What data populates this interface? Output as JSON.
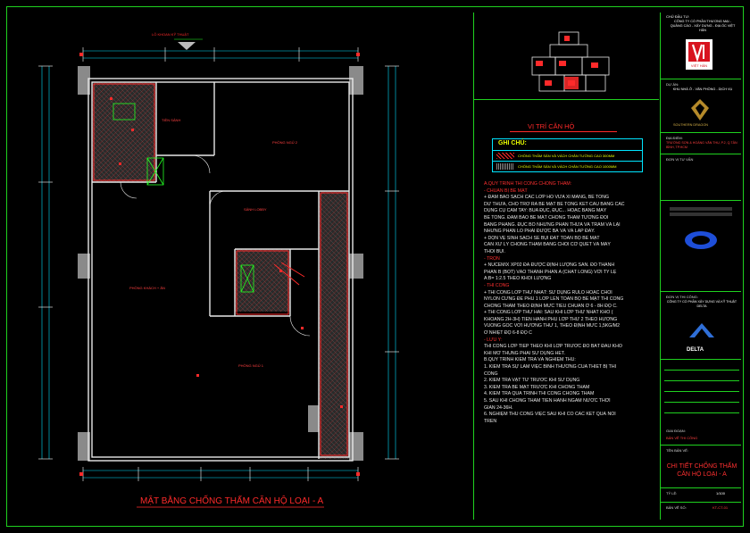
{
  "plan": {
    "title": "MẶT BẰNG CHỐNG THẤM CĂN HỘ LOẠI - A",
    "section_marker": "LỖ KHOAN KỸ THUẬT",
    "rooms": {
      "bath": "TIỀN SẢNH",
      "bedroom1": "PHÒNG NGỦ 2",
      "lobby": "SẢNH LOBBY",
      "living": "PHÒNG KHÁCH + ĂN",
      "bedroom2": "PHÒNG NGỦ 1"
    }
  },
  "keyplan": {
    "title": "VỊ TRÍ CĂN HỘ"
  },
  "legend": {
    "title": "GHI CHÚ:",
    "items": [
      "CHỐNG THẤM SÀN VÀ VÁCH CHÂN TƯỜNG CAO 300MM",
      "CHỐNG THẤM SÀN VÀ VÁCH CHÂN TƯỜNG CAO 1000MM"
    ]
  },
  "notes": [
    {
      "t": "A.QUY TRÌNH THI CÔNG CHỐNG THẤM:",
      "h": true
    },
    {
      "t": "- CHUẨN BỊ BỀ MẶT",
      "h": true
    },
    {
      "t": "+ ĐẢM BẢO SẠCH CÁC LỚP HỒ VỮA XI MĂNG, BÊ TÔNG",
      "h": false
    },
    {
      "t": "DƯ THỪA, CHO TRƠ RA BỀ MẶT BÊ TÔNG KẾT CẤU BẰNG CÁC",
      "h": false
    },
    {
      "t": "DỤNG CỤ CẦM TAY: BÚA ĐỤC, ĐỤC... HOẶC BẰNG MÁY",
      "h": false
    },
    {
      "t": "BÊ TÔNG. ĐẢM BẢO BỀ MẶT CHỐNG THẤM TƯƠNG ĐỐI",
      "h": false
    },
    {
      "t": "BẰNG PHẲNG. ĐỤC BỎ NHỮNG PHẦN THỪA VÀ TRÁM VÁ LẠI",
      "h": false
    },
    {
      "t": "NHỮNG PHẦN LỖ PHẢI ĐƯỢC BẢ VÁ VÀ LẤP ĐẦY.",
      "h": false
    },
    {
      "t": "+ DỌN VỆ SINH SẠCH SẼ BỤI ĐẤT TOÀN BỘ BỀ MẶT",
      "h": false
    },
    {
      "t": "CẦN XỬ LÝ CHỐNG THẤM BẰNG CHỔI CƠ QUÉT VÀ MÁY",
      "h": false
    },
    {
      "t": "THỔI BỤI.",
      "h": false
    },
    {
      "t": "- TRỘN",
      "h": true
    },
    {
      "t": "+ NUCEMIX XP02 ĐÃ ĐƯỢC ĐỊNH LƯỢNG SẴN. ĐỔ THÀNH",
      "h": false
    },
    {
      "t": "PHẦN B (BỘT) VÀO THÀNH PHẦN A (CHẤT LỎNG) VỚI TỶ LỆ",
      "h": false
    },
    {
      "t": "A:B= 1:2.5 THEO KHỐI LƯỢNG",
      "h": false
    },
    {
      "t": "- THI CÔNG",
      "h": true
    },
    {
      "t": "+ THI CÔNG LỚP THỨ NHẤT: SỬ DỤNG RULO HOẶC CHỔI",
      "h": false
    },
    {
      "t": "NYLON CỨNG ĐỂ PHỦ 1 LỚP LÊN TOÀN BỘ BỀ MẶT THI CÔNG",
      "h": false
    },
    {
      "t": "CHỐNG THẤM THEO ĐỊNH MỨC TIÊU CHUẨN Ở 6 - 8H ĐỘ C.",
      "h": false
    },
    {
      "t": "+ THI CÔNG LỚP THỨ HAI: SAU KHI LỚP THỨ NHẤT KHÔ (",
      "h": false
    },
    {
      "t": "KHOẢNG 2H-3H) TIẾN HÀNH PHỦ LỚP THỨ 2 THEO HƯỚNG",
      "h": false
    },
    {
      "t": "VUÔNG GÓC VỚI HƯỚNG THỨ 1, THEO ĐỊNH MỨC 1,5KG/M2",
      "h": false
    },
    {
      "t": "Ở NHIỆT ĐỘ 6-8 ĐỘ C",
      "h": false
    },
    {
      "t": "- LƯU Ý:",
      "h": true
    },
    {
      "t": "THI CÔNG LỚP TIẾP THEO KHI LỚP TRƯỚC ĐÓ BẮT ĐẦU KHÔ",
      "h": false
    },
    {
      "t": "KHI MỞ THÙNG PHẢI SỬ DỤNG HẾT.",
      "h": false
    },
    {
      "t": "B.QUY TRÌNH KIỂM TRA VÀ NGHIỆM THU:",
      "h": false
    },
    {
      "t": "1. KIỂM TRA SỰ LÀM VIỆC BÌNH THƯỜNG CỦA THIẾT BỊ THI",
      "h": false
    },
    {
      "t": "CÔNG",
      "h": false
    },
    {
      "t": "2. KIỂM TRA VẬT TƯ TRƯỚC KHI SỬ DỤNG",
      "h": false
    },
    {
      "t": "3. KIỂM TRA BỀ MẶT TRƯỚC KHI CHỐNG THẤM",
      "h": false
    },
    {
      "t": "4. KIỂM TRA QUÁ TRÌNH THI CÔNG CHỐNG THẤM",
      "h": false
    },
    {
      "t": "5. SAU KHI CHỐNG THẤM TIẾN HÀNH NGÂM NƯỚC THỜI",
      "h": false
    },
    {
      "t": "GIAN 24-36H.",
      "h": false
    },
    {
      "t": "6. NGHIỆM THU CÔNG VIỆC SAU KHI CÓ CÁC KẾT QUẢ NÓI",
      "h": false
    },
    {
      "t": "TRÊN",
      "h": false
    }
  ],
  "titleblock": {
    "owner_label": "CHỦ ĐẦU TƯ:",
    "owner": "CÔNG TY CỔ PHẦN THƯƠNG MẠI - QUẢNG CÁO - XÂY DỰNG - ĐỊA ỐC VIỆT HÂN",
    "brand": "VIỆT HÂN",
    "project_label": "DỰ ÁN:",
    "project": "KHU NHÀ Ở - VĂN PHÒNG - DỊCH VỤ",
    "developer": "SOUTHERN DRAGON",
    "address_label": "ĐỊA ĐIỂM:",
    "address": "TRƯỜNG SƠN & HOÀNG VĂN THỤ, P.2, Q.TÂN BÌNH, TP.HCM",
    "design_label": "ĐƠN VỊ TƯ VẤN",
    "contractor_label": "ĐƠN VỊ THI CÔNG:",
    "contractor": "CÔNG TY CỔ PHẦN XÂY DỰNG VÀ KỸ THUẬT DELTA",
    "contractor_logo": "DELTA",
    "drawing_label": "TÊN BẢN VẼ:",
    "drawing_title": "CHI TIẾT CHỐNG THẤM CĂN HỘ LOẠI - A",
    "stage_label": "GIAI ĐOẠN:",
    "stage": "BẢN VẼ THI CÔNG",
    "scale_label": "TỶ LỆ:",
    "scale": "1/100",
    "sheet_label": "BẢN VẼ SỐ:",
    "sheet": "KT-CT-01"
  },
  "colors": {
    "frame": "#1fd11f",
    "wall": "#e8e8e8",
    "waterproof_red": "#ff2a2a",
    "dimension": "#00e0ff",
    "legend_yellow": "#e8ff00"
  }
}
